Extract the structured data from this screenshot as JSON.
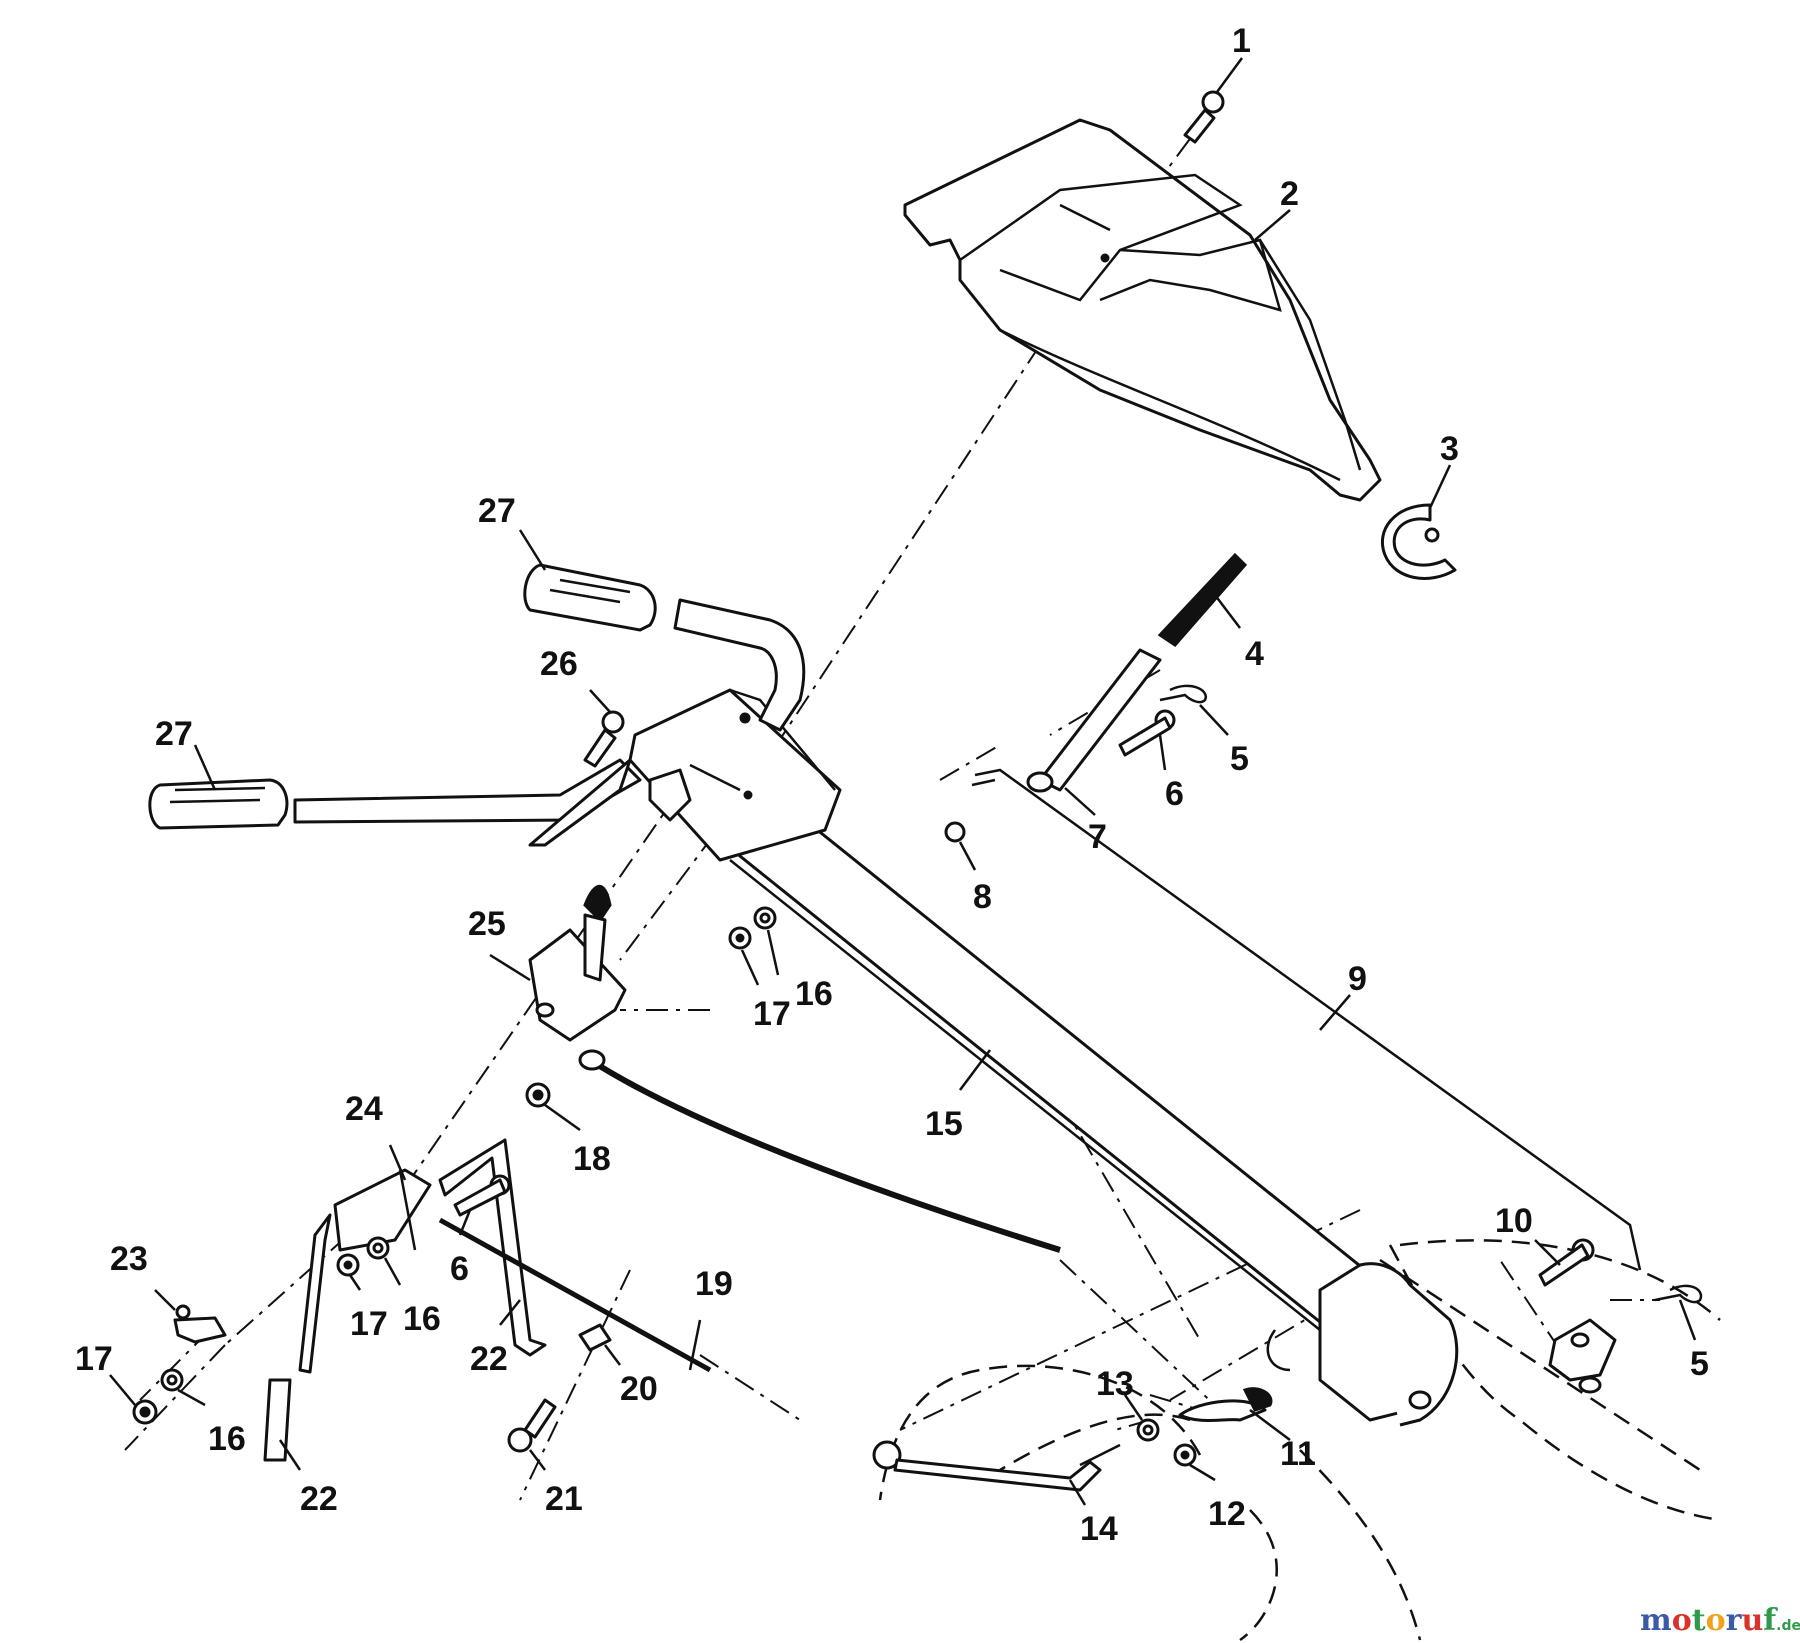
{
  "diagram": {
    "callouts": [
      {
        "id": "c1",
        "label": "1"
      },
      {
        "id": "c2",
        "label": "2"
      },
      {
        "id": "c3",
        "label": "3"
      },
      {
        "id": "c4",
        "label": "4"
      },
      {
        "id": "c5a",
        "label": "5"
      },
      {
        "id": "c5b",
        "label": "5"
      },
      {
        "id": "c6a",
        "label": "6"
      },
      {
        "id": "c6b",
        "label": "6"
      },
      {
        "id": "c7",
        "label": "7"
      },
      {
        "id": "c8",
        "label": "8"
      },
      {
        "id": "c9",
        "label": "9"
      },
      {
        "id": "c10",
        "label": "10"
      },
      {
        "id": "c11",
        "label": "11"
      },
      {
        "id": "c12",
        "label": "12"
      },
      {
        "id": "c13",
        "label": "13"
      },
      {
        "id": "c14",
        "label": "14"
      },
      {
        "id": "c15",
        "label": "15"
      },
      {
        "id": "c16a",
        "label": "16"
      },
      {
        "id": "c16b",
        "label": "16"
      },
      {
        "id": "c16c",
        "label": "16"
      },
      {
        "id": "c17a",
        "label": "17"
      },
      {
        "id": "c17b",
        "label": "17"
      },
      {
        "id": "c17c",
        "label": "17"
      },
      {
        "id": "c18",
        "label": "18"
      },
      {
        "id": "c19",
        "label": "19"
      },
      {
        "id": "c20",
        "label": "20"
      },
      {
        "id": "c21",
        "label": "21"
      },
      {
        "id": "c22a",
        "label": "22"
      },
      {
        "id": "c22b",
        "label": "22"
      },
      {
        "id": "c23",
        "label": "23"
      },
      {
        "id": "c24",
        "label": "24"
      },
      {
        "id": "c25",
        "label": "25"
      },
      {
        "id": "c26",
        "label": "26"
      },
      {
        "id": "c27a",
        "label": "27"
      },
      {
        "id": "c27b",
        "label": "27"
      }
    ]
  },
  "watermark": {
    "letters": [
      "m",
      "o",
      "t",
      "o",
      "r",
      "u",
      "f"
    ],
    "letter_colors": [
      "#3a5aa8",
      "#d9342b",
      "#2f9a4a",
      "#f0a31a",
      "#3a5aa8",
      "#d9342b",
      "#2f9a4a"
    ],
    "suffix": ".de"
  }
}
